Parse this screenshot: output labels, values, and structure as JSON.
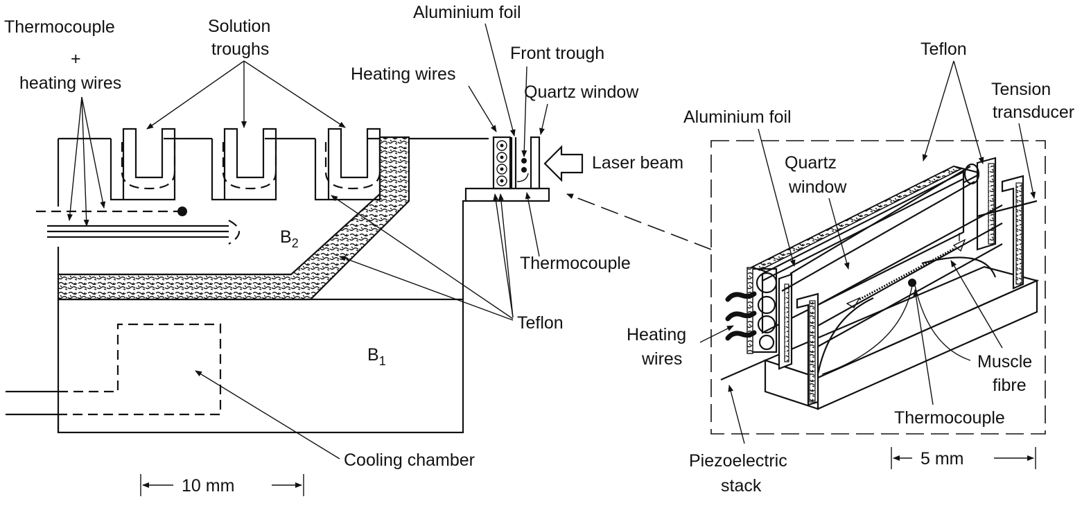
{
  "labels": {
    "thermocouple_heating_1": "Thermocouple",
    "thermocouple_heating_2": "+",
    "thermocouple_heating_3": "heating wires",
    "solution_troughs_1": "Solution",
    "solution_troughs_2": "troughs",
    "aluminium_foil_top": "Aluminium foil",
    "front_trough": "Front trough",
    "heating_wires_top": "Heating wires",
    "quartz_window_top": "Quartz window",
    "laser_beam": "Laser beam",
    "thermocouple_mid": "Thermocouple",
    "b2": "B",
    "b2_sub": "2",
    "b1": "B",
    "b1_sub": "1",
    "teflon_mid": "Teflon",
    "cooling_chamber": "Cooling chamber",
    "scale_left": "10 mm",
    "teflon_right": "Teflon",
    "tension_transducer_1": "Tension",
    "tension_transducer_2": "transducer",
    "aluminium_foil_right": "Aluminium foil",
    "quartz_window_right_1": "Quartz",
    "quartz_window_right_2": "window",
    "heating_wires_right_1": "Heating",
    "heating_wires_right_2": "wires",
    "muscle_fibre_1": "Muscle",
    "muscle_fibre_2": "fibre",
    "thermocouple_right": "Thermocouple",
    "piezo_1": "Piezoelectric",
    "piezo_2": "stack",
    "scale_right": "5 mm"
  }
}
